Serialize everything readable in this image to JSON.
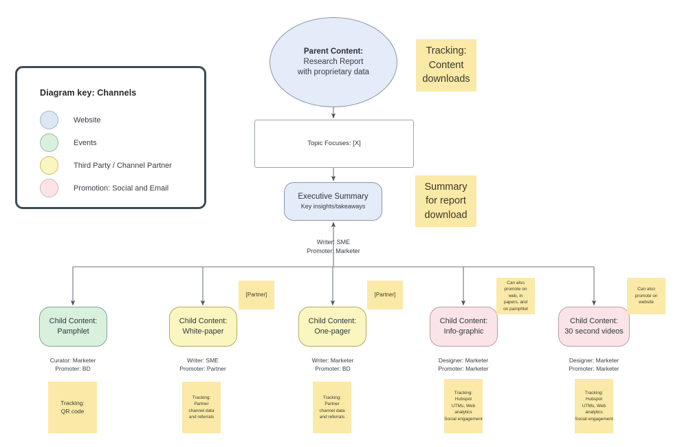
{
  "legend": {
    "title": "Diagram key: Channels",
    "items": [
      {
        "label": "Website",
        "color": "#dce7f5"
      },
      {
        "label": "Events",
        "color": "#d9f0dd"
      },
      {
        "label": "Third Party / Channel Partner",
        "color": "#fbf5c0"
      },
      {
        "label": "Promotion: Social and Email",
        "color": "#fbe4e7"
      }
    ]
  },
  "nodes": {
    "parent": {
      "line1": "Parent Content:",
      "line2": "Research Report",
      "line3": "with proprietary data"
    },
    "topic": {
      "line1": "Topic Focuses: [X]"
    },
    "exec": {
      "line1": "Executive Summary",
      "line2": "Key insights/takeaways"
    },
    "children": [
      {
        "line1": "Child Content:",
        "line2": "Pamphlet",
        "channel": "Events"
      },
      {
        "line1": "Child Content:",
        "line2": "White-paper",
        "channel": "Third Party / Channel Partner"
      },
      {
        "line1": "Child Content:",
        "line2": "One-pager",
        "channel": "Third Party / Channel Partner"
      },
      {
        "line1": "Child Content:",
        "line2": "Info-graphic",
        "channel": "Promotion: Social and Email"
      },
      {
        "line1": "Child Content:",
        "line2": "30 second videos",
        "channel": "Promotion: Social and Email"
      }
    ]
  },
  "notes": {
    "parent_tracking": {
      "line1": "Tracking:",
      "line2": "Content",
      "line3": "downloads"
    },
    "exec_summary": {
      "line1": "Summary",
      "line2": "for report",
      "line3": "download"
    },
    "partner_tag_1": "[Partner]",
    "partner_tag_2": "[Partner]",
    "infographic_promo": {
      "line1": "Can also",
      "line2": "promote on",
      "line3": "web, in",
      "line4": "papers, and",
      "line5": "on pamphlet"
    },
    "video_promo": {
      "line1": "Can also",
      "line2": "promote on",
      "line3": "website"
    },
    "child_tracking": [
      {
        "line1": "Tracking:",
        "line2": "QR code",
        "line3": "",
        "line4": "",
        "line5": ""
      },
      {
        "line1": "Tracking:",
        "line2": "Partner",
        "line3": "channel data",
        "line4": "and referrals",
        "line5": ""
      },
      {
        "line1": "Tracking:",
        "line2": "Partner",
        "line3": "channel data",
        "line4": "and referrals",
        "line5": ""
      },
      {
        "line1": "Tracking:",
        "line2": "Hubspot",
        "line3": "UTMs, Web",
        "line4": "analytics",
        "line5": "Social engagement"
      },
      {
        "line1": "Tracking:",
        "line2": "Hubspot",
        "line3": "UTMs, Web",
        "line4": "analytics",
        "line5": "Social engagement"
      }
    ]
  },
  "captions": {
    "exec_roles": {
      "line1": "Writer: SME",
      "line2": "Promoter: Marketer"
    },
    "child_roles": [
      {
        "line1": "Curator: Marketer",
        "line2": "Promoter: BD"
      },
      {
        "line1": "Writer: SME",
        "line2": "Promoter: Partner"
      },
      {
        "line1": "Writer: Marketer",
        "line2": "Promoter: BD"
      },
      {
        "line1": "Designer: Marketer",
        "line2": "Promoter: Marketer"
      },
      {
        "line1": "Designer: Marketer",
        "line2": "Promoter: Marketer"
      }
    ]
  },
  "style": {
    "edge_color": "#6b7580",
    "sticky_color": "#fbe9a8",
    "key_border": "#3c4a54"
  }
}
